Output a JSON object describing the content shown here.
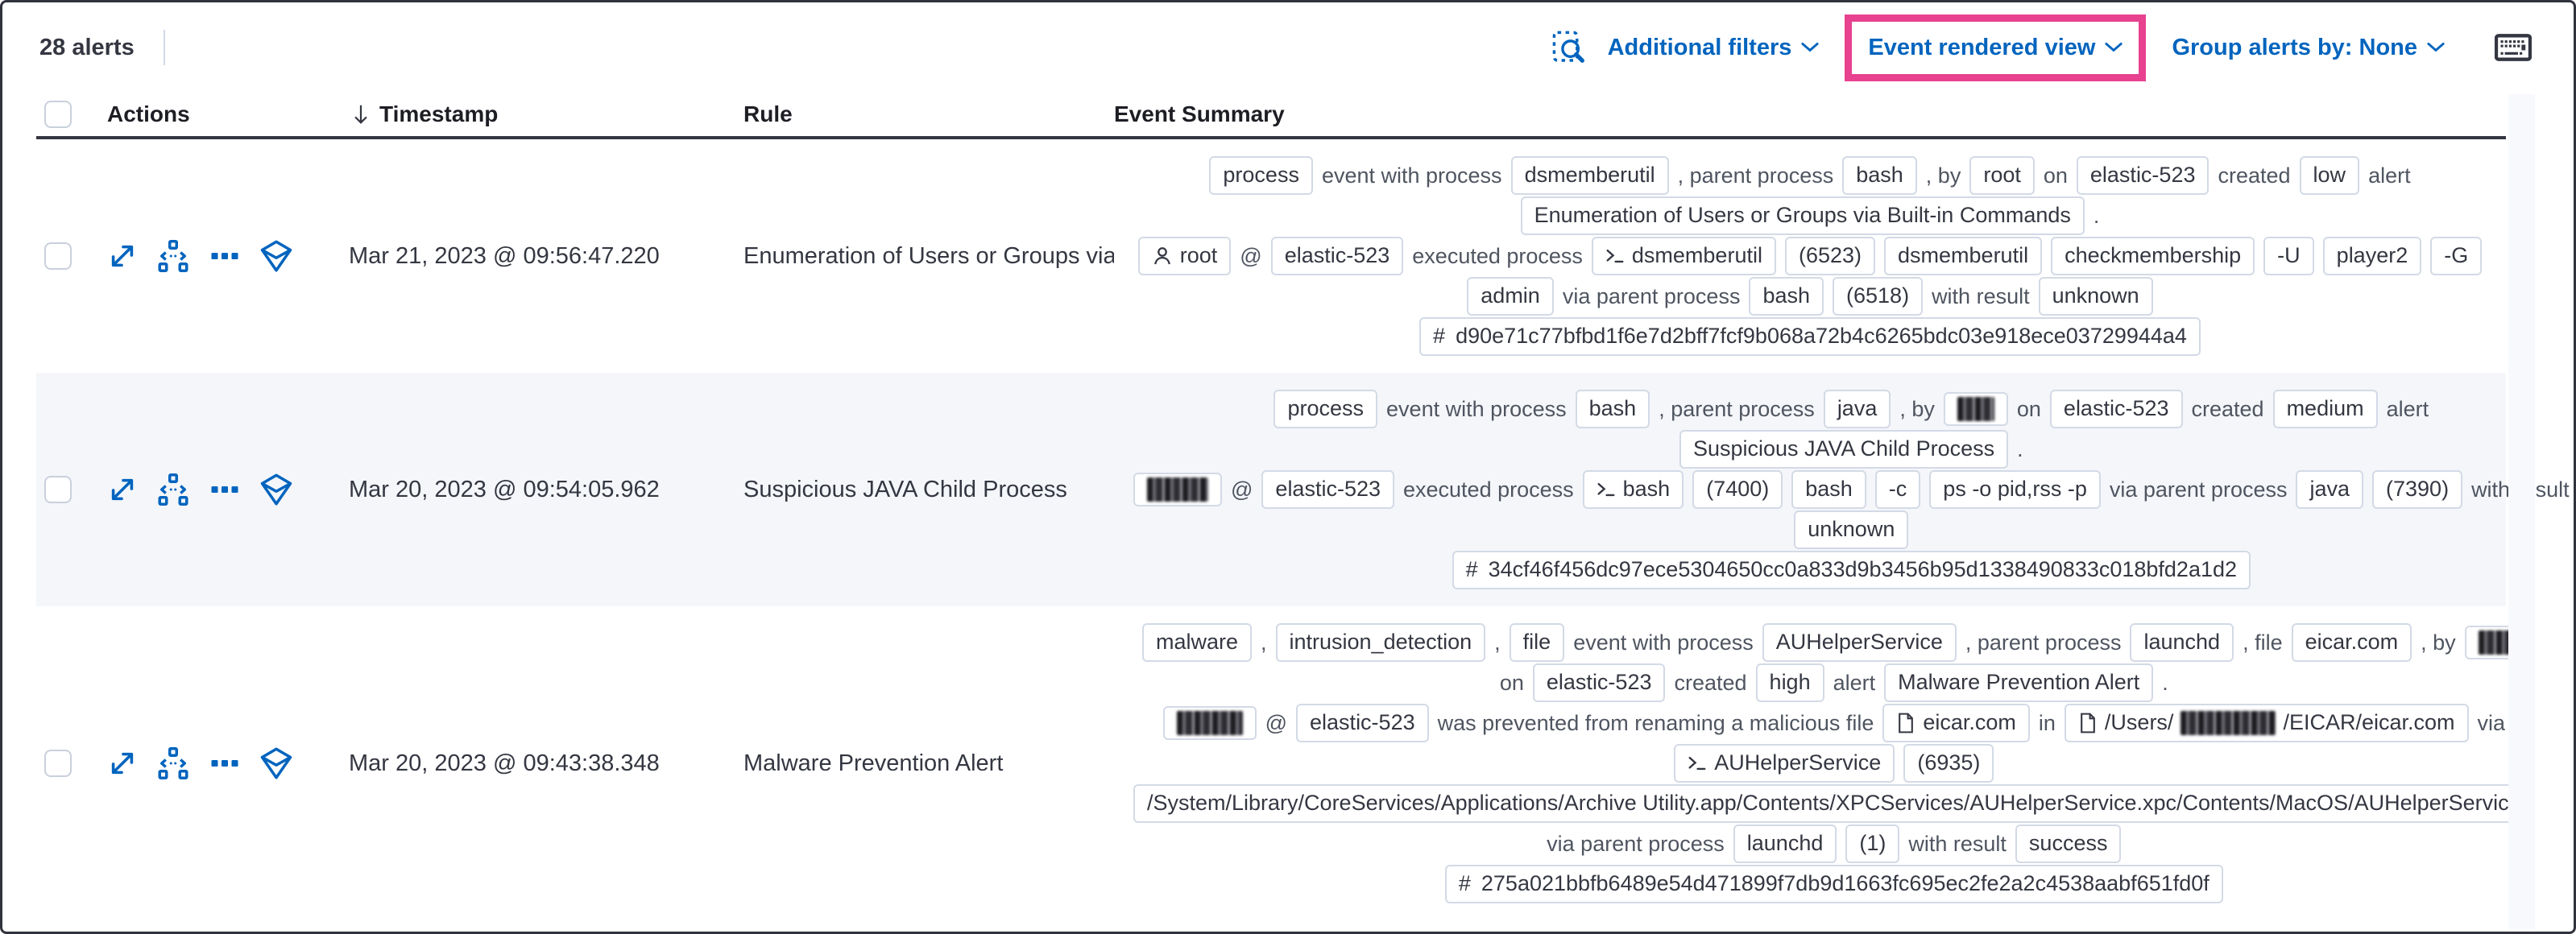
{
  "toolbar": {
    "alert_count": "28 alerts",
    "additional_filters": "Additional filters",
    "view_selector": "Event rendered view",
    "group_alerts": "Group alerts by: None"
  },
  "header": {
    "columns": [
      "Actions",
      "Timestamp",
      "Rule",
      "Event Summary"
    ]
  },
  "colors": {
    "accent_blue": "#0064be",
    "highlight_pink": "#e7418f",
    "dark_text": "#343741",
    "shaded_row": "#f4f6fa",
    "badge_border": "#d3dae6"
  },
  "actions_tooltips": [
    "expand-alert",
    "analyze-event",
    "more-actions",
    "investigate-in-timeline"
  ],
  "rows": [
    {
      "timestamp": "Mar 21, 2023 @ 09:56:47.220",
      "rule": "Enumeration of Users or Groups via Bui",
      "summary": [
        [
          {
            "kind": "badge",
            "text": "process"
          },
          {
            "kind": "text",
            "text": "event with process"
          },
          {
            "kind": "badge",
            "text": "dsmemberutil"
          },
          {
            "kind": "text",
            "text": ", parent process"
          },
          {
            "kind": "badge",
            "text": "bash"
          },
          {
            "kind": "text",
            "text": ", by"
          },
          {
            "kind": "badge",
            "text": "root"
          },
          {
            "kind": "text",
            "text": "on"
          },
          {
            "kind": "badge",
            "text": "elastic-523"
          },
          {
            "kind": "text",
            "text": "created"
          },
          {
            "kind": "badge",
            "text": "low"
          },
          {
            "kind": "text",
            "text": "alert"
          }
        ],
        [
          {
            "kind": "badge",
            "text": "Enumeration of Users or Groups via Built-in Commands"
          },
          {
            "kind": "text",
            "text": "."
          }
        ],
        [
          {
            "kind": "badge",
            "text": "root",
            "icon": "user"
          },
          {
            "kind": "text",
            "text": "@"
          },
          {
            "kind": "badge",
            "text": "elastic-523"
          },
          {
            "kind": "text",
            "text": "executed process"
          },
          {
            "kind": "badge",
            "text": "dsmemberutil",
            "icon": "terminal"
          },
          {
            "kind": "badge",
            "text": "(6523)"
          },
          {
            "kind": "badge",
            "text": "dsmemberutil"
          },
          {
            "kind": "badge",
            "text": "checkmembership"
          },
          {
            "kind": "badge",
            "text": "-U"
          },
          {
            "kind": "badge",
            "text": "player2"
          },
          {
            "kind": "badge",
            "text": "-G"
          }
        ],
        [
          {
            "kind": "badge",
            "text": "admin"
          },
          {
            "kind": "text",
            "text": "via parent process"
          },
          {
            "kind": "badge",
            "text": "bash"
          },
          {
            "kind": "badge",
            "text": "(6518)"
          },
          {
            "kind": "text",
            "text": "with result"
          },
          {
            "kind": "badge",
            "text": "unknown"
          }
        ],
        [
          {
            "kind": "badge",
            "text": "d90e71c77bfbd1f6e7d2bff7fcf9b068a72b4c6265bdc03e918ece03729944a4",
            "icon": "hash"
          }
        ]
      ]
    },
    {
      "timestamp": "Mar 20, 2023 @ 09:54:05.962",
      "rule": "Suspicious JAVA Child Process",
      "summary": [
        [
          {
            "kind": "badge",
            "text": "process"
          },
          {
            "kind": "text",
            "text": "event with process"
          },
          {
            "kind": "badge",
            "text": "bash"
          },
          {
            "kind": "text",
            "text": ", parent process"
          },
          {
            "kind": "badge",
            "text": "java"
          },
          {
            "kind": "text",
            "text": ", by"
          },
          {
            "kind": "badge",
            "redact": 46
          },
          {
            "kind": "text",
            "text": "on"
          },
          {
            "kind": "badge",
            "text": "elastic-523"
          },
          {
            "kind": "text",
            "text": "created"
          },
          {
            "kind": "badge",
            "text": "medium"
          },
          {
            "kind": "text",
            "text": "alert"
          }
        ],
        [
          {
            "kind": "badge",
            "text": "Suspicious JAVA Child Process"
          },
          {
            "kind": "text",
            "text": "."
          }
        ],
        [
          {
            "kind": "badge",
            "redact": 76
          },
          {
            "kind": "text",
            "text": "@"
          },
          {
            "kind": "badge",
            "text": "elastic-523"
          },
          {
            "kind": "text",
            "text": "executed process"
          },
          {
            "kind": "badge",
            "text": "bash",
            "icon": "terminal"
          },
          {
            "kind": "badge",
            "text": "(7400)"
          },
          {
            "kind": "badge",
            "text": "bash"
          },
          {
            "kind": "badge",
            "text": "-c"
          },
          {
            "kind": "badge",
            "text": "ps -o pid,rss -p"
          },
          {
            "kind": "text",
            "text": "via parent process"
          },
          {
            "kind": "badge",
            "text": "java"
          },
          {
            "kind": "badge",
            "text": "(7390)"
          },
          {
            "kind": "text",
            "text": "with result"
          }
        ],
        [
          {
            "kind": "badge",
            "text": "unknown"
          }
        ],
        [
          {
            "kind": "badge",
            "text": "34cf46f456dc97ece5304650cc0a833d9b3456b95d1338490833c018bfd2a1d2",
            "icon": "hash"
          }
        ]
      ]
    },
    {
      "timestamp": "Mar 20, 2023 @ 09:43:38.348",
      "rule": "Malware Prevention Alert",
      "summary": [
        [
          {
            "kind": "badge",
            "text": "malware"
          },
          {
            "kind": "text",
            "text": ","
          },
          {
            "kind": "badge",
            "text": "intrusion_detection"
          },
          {
            "kind": "text",
            "text": ","
          },
          {
            "kind": "badge",
            "text": "file"
          },
          {
            "kind": "text",
            "text": "event with process"
          },
          {
            "kind": "badge",
            "text": "AUHelperService"
          },
          {
            "kind": "text",
            "text": ", parent process"
          },
          {
            "kind": "badge",
            "text": "launchd"
          },
          {
            "kind": "text",
            "text": ", file"
          },
          {
            "kind": "badge",
            "text": "eicar.com"
          },
          {
            "kind": "text",
            "text": ", by"
          },
          {
            "kind": "badge",
            "redact": 42
          }
        ],
        [
          {
            "kind": "text",
            "text": "on"
          },
          {
            "kind": "badge",
            "text": "elastic-523"
          },
          {
            "kind": "text",
            "text": "created"
          },
          {
            "kind": "badge",
            "text": "high"
          },
          {
            "kind": "text",
            "text": "alert"
          },
          {
            "kind": "badge",
            "text": "Malware Prevention Alert"
          },
          {
            "kind": "text",
            "text": "."
          }
        ],
        [
          {
            "kind": "badge",
            "redact": 82
          },
          {
            "kind": "text",
            "text": "@"
          },
          {
            "kind": "badge",
            "text": "elastic-523"
          },
          {
            "kind": "text",
            "text": "was prevented from renaming a malicious file"
          },
          {
            "kind": "badge",
            "text": "eicar.com",
            "icon": "file"
          },
          {
            "kind": "text",
            "text": "in"
          },
          {
            "kind": "badge",
            "icon": "file",
            "parts": [
              {
                "t": "/Users/"
              },
              {
                "r": 118
              },
              {
                "t": "/EICAR/eicar.com"
              }
            ]
          },
          {
            "kind": "text",
            "text": "via"
          }
        ],
        [
          {
            "kind": "badge",
            "text": "AUHelperService",
            "icon": "terminal"
          },
          {
            "kind": "badge",
            "text": "(6935)"
          }
        ],
        [
          {
            "kind": "badge",
            "text": "/System/Library/CoreServices/Applications/Archive Utility.app/Contents/XPCServices/AUHelperService.xpc/Contents/MacOS/AUHelperService"
          }
        ],
        [
          {
            "kind": "text",
            "text": "via parent process"
          },
          {
            "kind": "badge",
            "text": "launchd"
          },
          {
            "kind": "badge",
            "text": "(1)"
          },
          {
            "kind": "text",
            "text": "with result"
          },
          {
            "kind": "badge",
            "text": "success"
          }
        ],
        [
          {
            "kind": "badge",
            "text": "275a021bbfb6489e54d471899f7db9d1663fc695ec2fe2a2c4538aabf651fd0f",
            "icon": "hash"
          }
        ]
      ]
    }
  ]
}
